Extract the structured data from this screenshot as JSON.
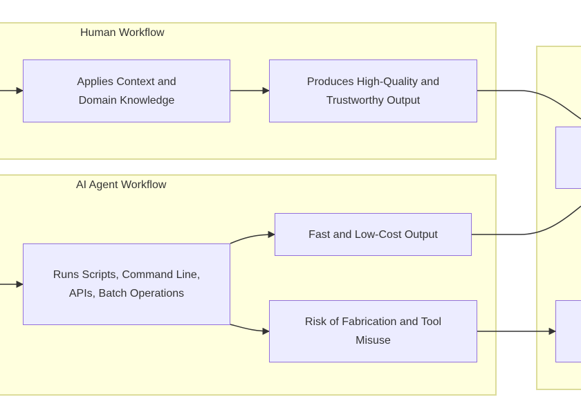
{
  "diagram": {
    "clusters": {
      "human": {
        "title": "Human Workflow"
      },
      "ai": {
        "title": "AI Agent Workflow"
      }
    },
    "nodes": {
      "applies_context": "Applies Context and Domain Knowledge",
      "produces_output": "Produces High-Quality and Trustworthy Output",
      "fast_low_cost": "Fast and Low-Cost Output",
      "runs_scripts": "Runs Scripts, Command Line, APIs, Batch Operations",
      "risk_fabrication": "Risk of Fabrication and Tool Misuse"
    },
    "colors": {
      "cluster_fill": "#ffffde",
      "cluster_border": "#dcdc9a",
      "node_fill": "#ececff",
      "node_border": "#9370db",
      "edge": "#333333"
    }
  }
}
